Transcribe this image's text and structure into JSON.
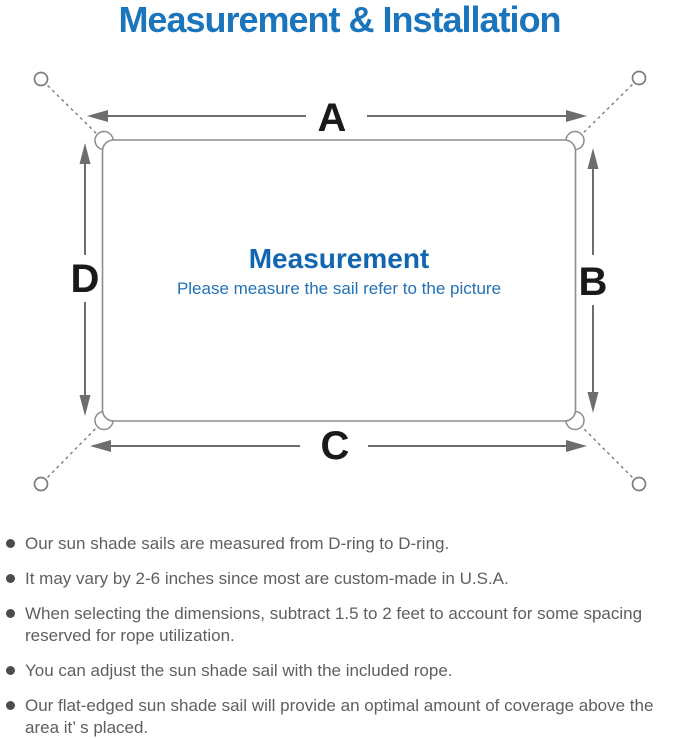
{
  "colors": {
    "title_blue": "#1b75bc",
    "center_blue": "#1266b1",
    "subtitle_blue": "#2372b5",
    "outline_gray": "#8d8d8d",
    "arrow_gray": "#6d6d6d",
    "dash_gray": "#7c7c7c",
    "label_black": "#1a1a1a",
    "note_gray": "#5f5f5f"
  },
  "header": {
    "title": "Measurement & Installation"
  },
  "diagram": {
    "center_title": "Measurement",
    "center_subtitle": "Please measure the sail refer to the picture",
    "edge_labels": {
      "top": "A",
      "right": "B",
      "bottom": "C",
      "left": "D"
    }
  },
  "notes": [
    "Our sun shade sails are measured from D-ring to D-ring.",
    "It may vary by 2-6 inches since most are custom-made in U.S.A.",
    "When selecting the dimensions, subtract 1.5 to 2 feet to account for some spacing reserved for rope utilization.",
    "You can adjust the sun shade sail with the included rope.",
    "Our flat-edged sun shade sail will provide an optimal amount of coverage above the area it’ s placed."
  ]
}
